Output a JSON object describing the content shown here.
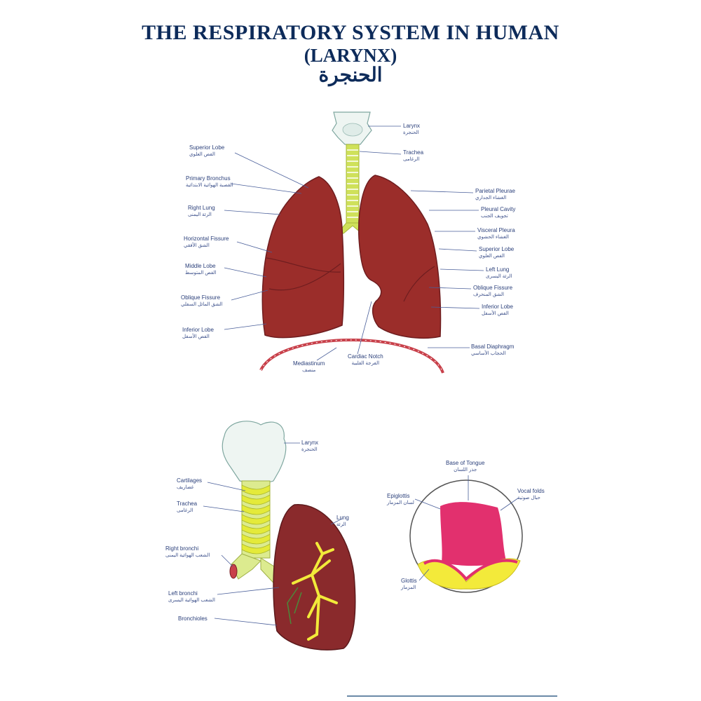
{
  "title": {
    "line1": "THE RESPIRATORY SYSTEM IN HUMAN",
    "line2": "(LARYNX)",
    "arabic": "الحنجرة"
  },
  "top_diagram": {
    "left_labels": [
      {
        "en": "Superior Lobe",
        "ar": "الفص العلوي"
      },
      {
        "en": "Primary Bronchus",
        "ar": "القصبة الهوائية الابتدائية"
      },
      {
        "en": "Right Lung",
        "ar": "الرئة اليمنى"
      },
      {
        "en": "Horizontal Fissure",
        "ar": "الشق الأفقي"
      },
      {
        "en": "Middle Lobe",
        "ar": "الفص المتوسط"
      },
      {
        "en": "Oblique Fissure",
        "ar": "الشق المائل السفلي"
      },
      {
        "en": "Inferior Lobe",
        "ar": "الفص الأسفل"
      }
    ],
    "right_labels": [
      {
        "en": "Larynx",
        "ar": "الحنجرة"
      },
      {
        "en": "Trachea",
        "ar": "الرغامى"
      },
      {
        "en": "Parietal Pleurae",
        "ar": "الغشاء الجداري"
      },
      {
        "en": "Pleural Cavity",
        "ar": "تجويف الجنب"
      },
      {
        "en": "Visceral Pleura",
        "ar": "الغشاء الحشوي"
      },
      {
        "en": "Superior Lobe",
        "ar": "الفص العلوي"
      },
      {
        "en": "Left Lung",
        "ar": "الرئة اليسرى"
      },
      {
        "en": "Oblique Fissure",
        "ar": "الشق المنحرف"
      },
      {
        "en": "Inferior Lobe",
        "ar": "الفص الأسفل"
      }
    ],
    "bottom_labels": [
      {
        "en": "Basal Diaphragm",
        "ar": "الحجاب الأساسي"
      },
      {
        "en": "Cardiac Notch",
        "ar": "الفرجة القلبية"
      },
      {
        "en": "Mediastinum",
        "ar": "منصف"
      }
    ]
  },
  "bottom_diagram": {
    "labels": [
      {
        "en": "Larynx",
        "ar": "الحنجرة"
      },
      {
        "en": "Cartilages",
        "ar": "غضاريف"
      },
      {
        "en": "Trachea",
        "ar": "الرغامى"
      },
      {
        "en": "Lung",
        "ar": "الرئة"
      },
      {
        "en": "Right bronchi",
        "ar": "الشعب الهوائية اليمنى"
      },
      {
        "en": "Left bronchi",
        "ar": "الشعب الهوائية اليسرى"
      },
      {
        "en": "Bronchioles",
        "ar": ""
      }
    ],
    "inset_labels": [
      {
        "en": "Base of Tongue",
        "ar": "جذر اللسان"
      },
      {
        "en": "Epiglottis",
        "ar": "لسان المزمار"
      },
      {
        "en": "Vocal folds",
        "ar": "حبال صوتية"
      },
      {
        "en": "Glottis",
        "ar": "المزمار"
      }
    ]
  },
  "colors": {
    "title": "#0d2b5a",
    "lung": "#9b2d2a",
    "lung_dark": "#6e1d1f",
    "trachea": "#d9ea5a",
    "larynx": "#eaf2ef",
    "diaphragm": "#c8404a",
    "bronchi": "#f2ea3a",
    "inset_pink": "#e2306e"
  }
}
